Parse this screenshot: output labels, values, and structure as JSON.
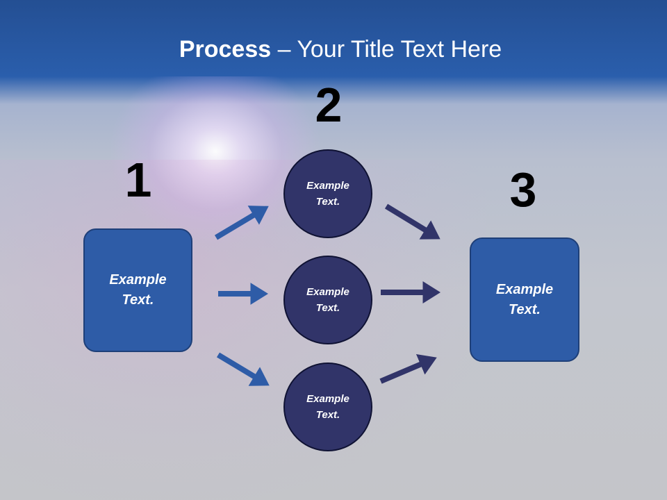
{
  "title": {
    "bold": "Process",
    "rest": " – Your Title Text Here"
  },
  "steps": {
    "one": "1",
    "two": "2",
    "three": "3"
  },
  "nodes": {
    "left_box": "Example\nText.",
    "circle_top": "Example\nText.",
    "circle_middle": "Example\nText.",
    "circle_bottom": "Example\nText.",
    "right_box": "Example\nText."
  },
  "colors": {
    "box": "#2e5ca7",
    "circle": "#313469",
    "arrow_left": "#2e5ca7",
    "arrow_right": "#313469"
  }
}
